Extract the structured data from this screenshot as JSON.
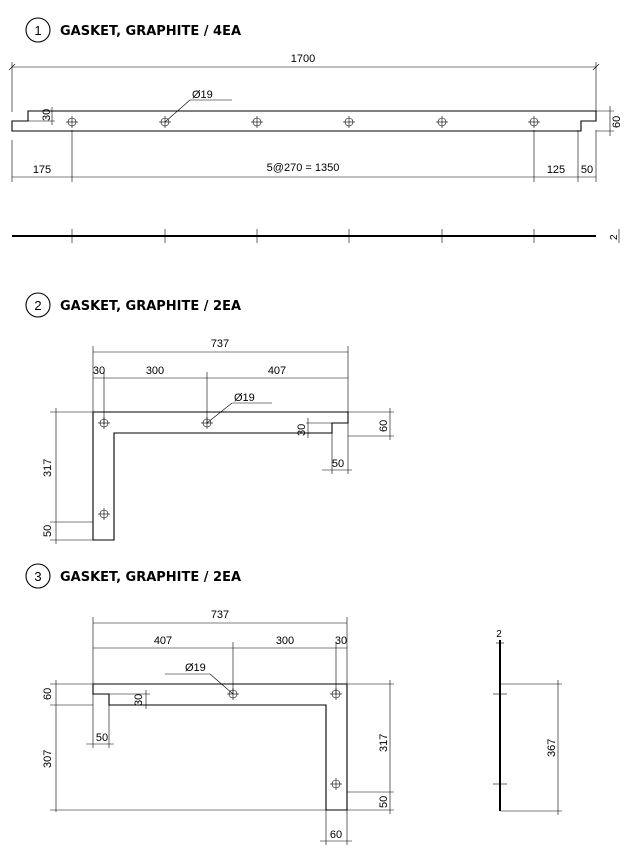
{
  "section1": {
    "number": "1",
    "title": "GASKET, GRAPHITE / 4EA",
    "dims": {
      "overall": "1700",
      "hole_dia": "Ø19",
      "notch": "30",
      "height": "60",
      "left": "175",
      "pitch": "5@270 = 1350",
      "right_a": "125",
      "right_b": "50",
      "thickness": "2"
    }
  },
  "section2": {
    "number": "2",
    "title": "GASKET, GRAPHITE / 2EA",
    "dims": {
      "overall": "737",
      "a": "30",
      "b": "300",
      "c": "407",
      "hole_dia": "Ø19",
      "notch": "30",
      "height": "60",
      "step": "50",
      "vertical": "317",
      "bottom": "50"
    }
  },
  "section3": {
    "number": "3",
    "title": "GASKET, GRAPHITE / 2EA",
    "dims": {
      "overall": "737",
      "a": "407",
      "b": "300",
      "c": "30",
      "hole_dia": "Ø19",
      "height": "60",
      "notch": "30",
      "step": "50",
      "left_vertical": "307",
      "right_vertical": "317",
      "bottom_right": "50",
      "bottom": "60",
      "thickness": "2",
      "side_height": "367"
    }
  }
}
